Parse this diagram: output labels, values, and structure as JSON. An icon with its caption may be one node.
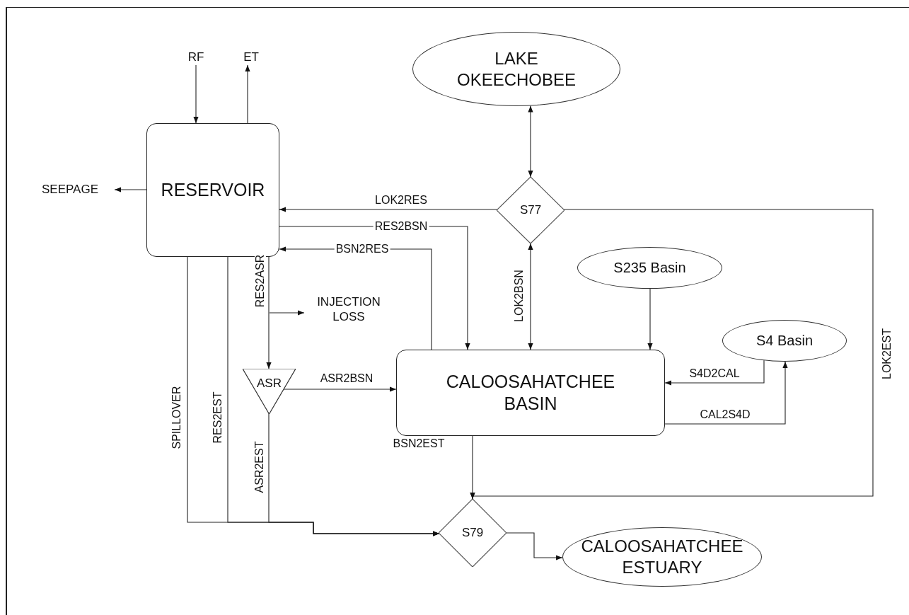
{
  "diagram": {
    "nodes": [
      {
        "text": [
          "RESERVOIR"
        ]
      },
      {
        "text": [
          "LAKE OKEECHOBEE"
        ]
      },
      {
        "text": [
          "S77"
        ]
      },
      {
        "text": [
          "S235 Basin"
        ]
      },
      {
        "text": [
          "S4 Basin"
        ]
      },
      {
        "text": [
          "CALOOSAHATCHEE BASIN"
        ]
      },
      {
        "text": [
          "ASR"
        ]
      },
      {
        "text": [
          "S79"
        ]
      },
      {
        "text": [
          "CALOOSAHATCHEE ESTUARY"
        ]
      },
      {
        "text": [
          "RF"
        ]
      },
      {
        "text": [
          "ET"
        ]
      },
      {
        "text": [
          "SEEPAGE"
        ]
      },
      {
        "text": [
          "INJECTION LOSS"
        ]
      }
    ],
    "edges": [
      {
        "from": 9,
        "to": 0,
        "arrow": "to"
      },
      {
        "from": 0,
        "to": 10,
        "arrow": "to"
      },
      {
        "from": 0,
        "to": 11,
        "arrow": "to"
      },
      {
        "from": 1,
        "to": 2,
        "arrow": "both"
      },
      {
        "from": 2,
        "to": 0,
        "arrow": "to",
        "label": "LOK2RES"
      },
      {
        "from": 0,
        "to": 5,
        "arrow": "to",
        "label": "RES2BSN"
      },
      {
        "from": 5,
        "to": 0,
        "arrow": "to",
        "label": "BSN2RES"
      },
      {
        "from": 2,
        "to": 5,
        "arrow": "both",
        "label": "LOK2BSN"
      },
      {
        "from": 2,
        "to": 7,
        "arrow": "to",
        "label": "LOK2EST"
      },
      {
        "from": 5,
        "to": 7,
        "arrow": "to",
        "label": "BSN2EST"
      },
      {
        "from": 3,
        "to": 5,
        "arrow": "to"
      },
      {
        "from": 4,
        "to": 5,
        "arrow": "to",
        "label": "S4D2CAL"
      },
      {
        "from": 5,
        "to": 4,
        "arrow": "to",
        "label": "CAL2S4D"
      },
      {
        "from": 0,
        "to": 6,
        "arrow": "to",
        "label": "RES2ASR"
      },
      {
        "from": null,
        "to": 12,
        "arrow": "to"
      },
      {
        "from": 6,
        "to": 5,
        "arrow": "to",
        "label": "ASR2BSN"
      },
      {
        "from": 0,
        "to": 7,
        "arrow": "to",
        "label": "SPILLOVER"
      },
      {
        "from": 0,
        "to": 7,
        "arrow": "to",
        "label": "RES2EST"
      },
      {
        "from": 6,
        "to": 7,
        "arrow": "to",
        "label": "ASR2EST"
      },
      {
        "from": 7,
        "to": 8,
        "arrow": "to"
      }
    ]
  }
}
